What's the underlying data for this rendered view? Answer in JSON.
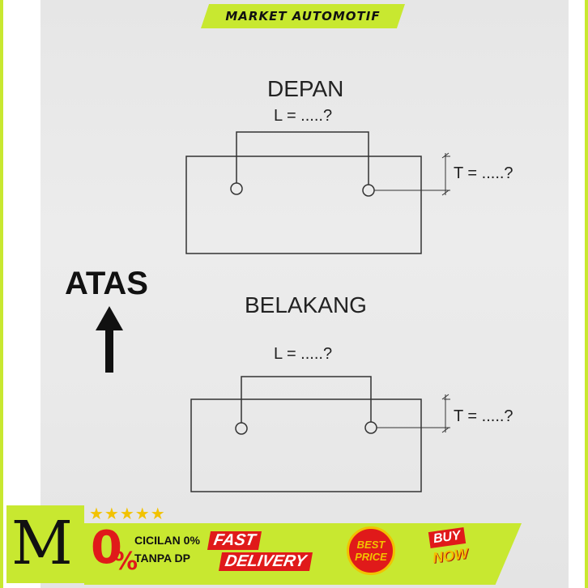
{
  "banner": {
    "title": "MARKET AUTOMOTIF"
  },
  "diagram": {
    "front": {
      "heading": "DEPAN",
      "width_label": "L = .....?",
      "height_label": "T = .....?"
    },
    "rear": {
      "heading": "BELAKANG",
      "width_label": "L = .....?",
      "height_label": "T = .....?"
    },
    "direction": {
      "label": "ATAS",
      "icon": "arrow-up-icon"
    }
  },
  "footer": {
    "logo_text": "M",
    "stars": "★★★★★",
    "zero_text": "0",
    "percent_text": "%",
    "installment_line1": "CICILAN 0%",
    "installment_line2": "TANPA DP",
    "fast_text": "FAST",
    "delivery_text": "DELIVERY",
    "best_text": "BEST",
    "price_text": "PRICE",
    "buy_text": "BUY",
    "now_text": "NOW"
  },
  "colors": {
    "accent": "#c8e830",
    "red": "#e01a1a",
    "gold": "#f2c200"
  }
}
